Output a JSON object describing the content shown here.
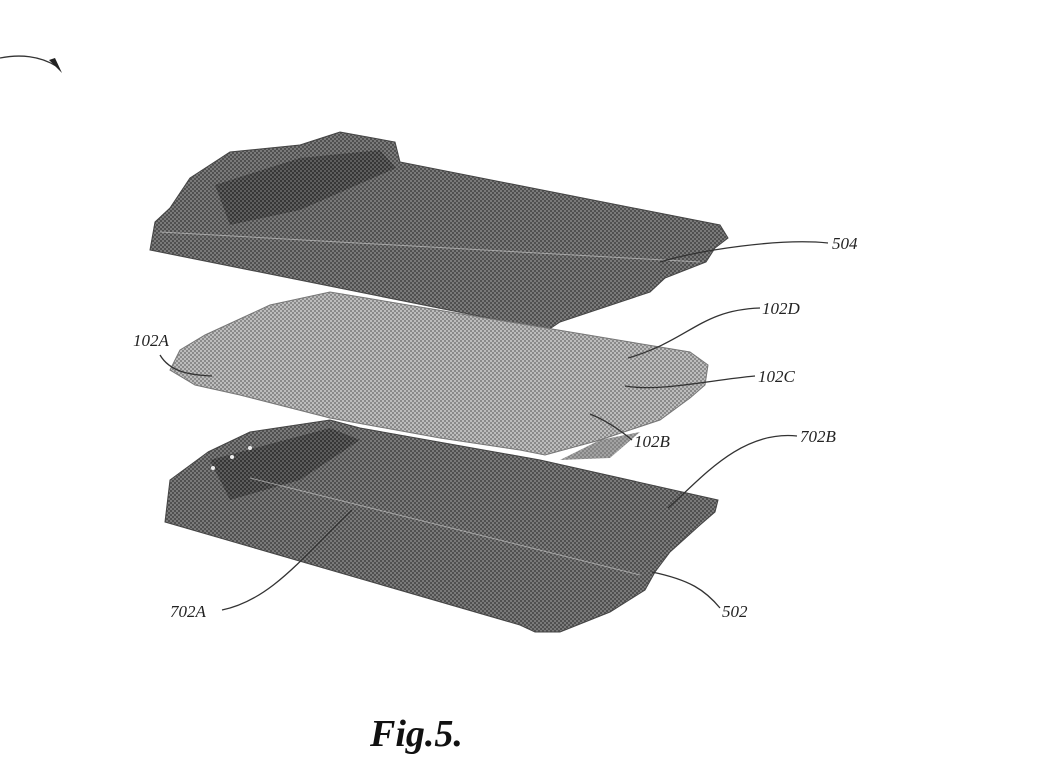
{
  "figure": {
    "caption": "Fig.5.",
    "colors": {
      "layer_dark": "#4a4a4a",
      "layer_mid": "#6c6c6c",
      "layer_light": "#a8a8a8",
      "line": "#333333"
    },
    "labels": {
      "l504": "504",
      "l102D": "102D",
      "l102A": "102A",
      "l102C": "102C",
      "l102B": "102B",
      "l702B": "702B",
      "l702A": "702A",
      "l502": "502"
    }
  }
}
